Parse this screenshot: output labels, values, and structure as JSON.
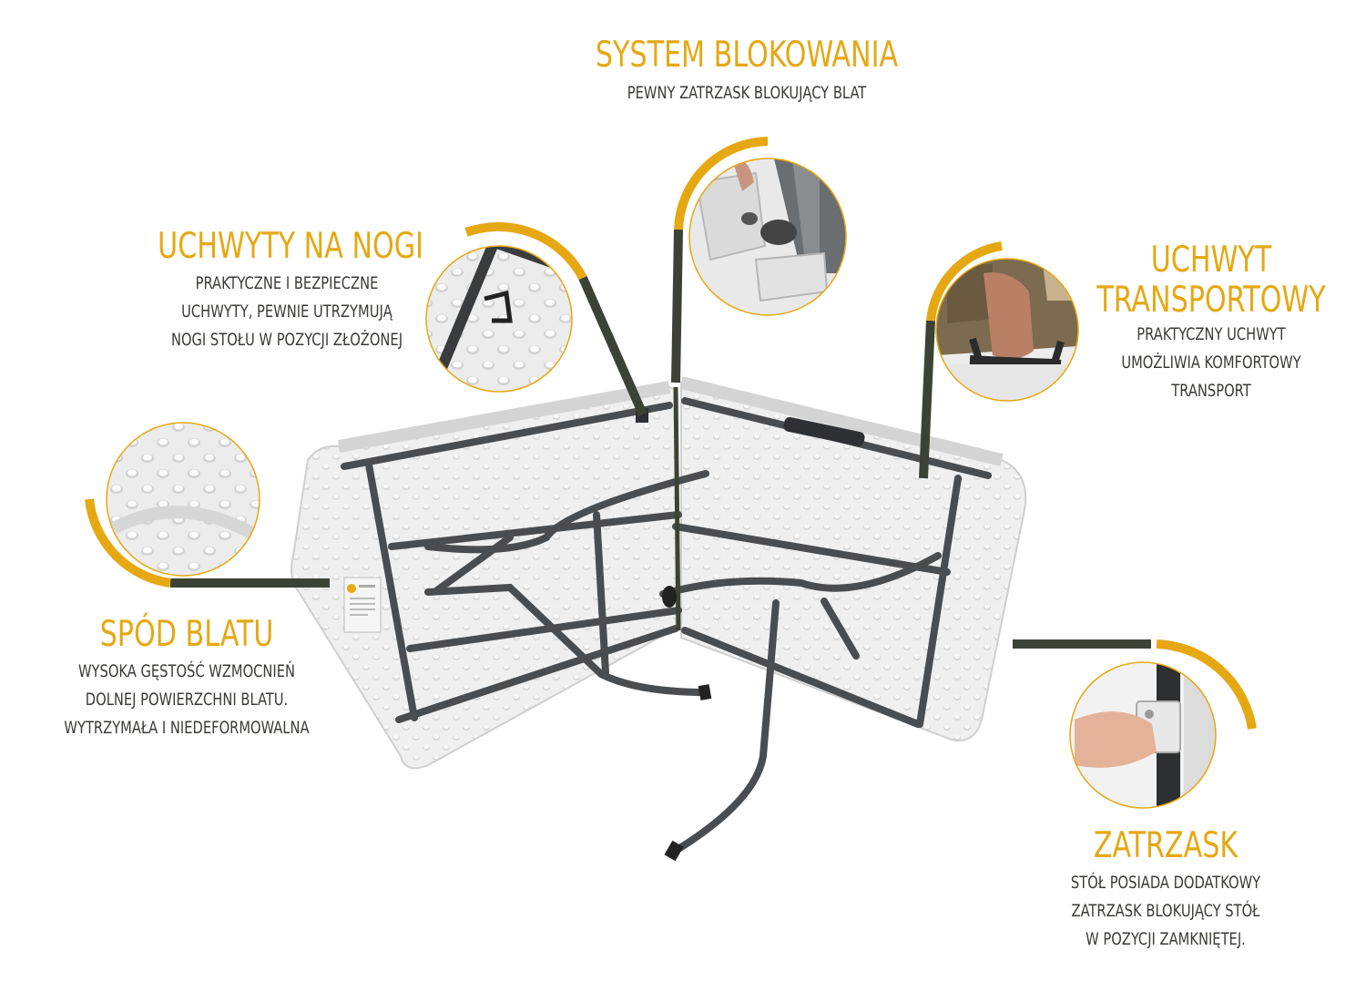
{
  "features": {
    "locking": {
      "title": "SYSTEM BLOKOWANIA",
      "description": "PEWNY ZATRZASK BLOKUJĄCY BLAT",
      "photo_icon": "hinge-lock-photo"
    },
    "leg_holders": {
      "title": "UCHWYTY NA NOGI",
      "description": "PRAKTYCZNE I BEZPIECZNE\nUCHWYTY, PEWNIE UTRZYMUJĄ\nNOGI STOŁU W POZYCJI ZŁOŻONEJ",
      "photo_icon": "leg-clip-photo"
    },
    "handle": {
      "title": "UCHWYT\nTRANSPORTOWY",
      "description": "PRAKTYCZNY UCHWYT\nUMOŻLIWIA KOMFORTOWY\nTRANSPORT",
      "photo_icon": "carry-handle-photo"
    },
    "underside": {
      "title": "SPÓD BLATU",
      "description": "WYSOKA GĘSTOŚĆ WZMOCNIEŃ\nDOLNEJ POWIERZCHNI BLATU.\nWYTRZYMAŁA I NIEDEFORMOWALNA",
      "photo_icon": "tabletop-texture-photo"
    },
    "latch": {
      "title": "ZATRZASK",
      "description": "STÓŁ POSIADA DODATKOWY\nZATRZASK BLOKUJĄCY STÓŁ\nW POZYCJI ZAMKNIĘTEJ.",
      "photo_icon": "side-latch-photo"
    }
  },
  "colors": {
    "accent": "#e5a813",
    "connector": "#3d4236",
    "text": "#3a3a37",
    "tabletop": "#eeeeee",
    "frame": "#4a4d4f"
  },
  "main_image_icon": "folding-table-underside"
}
